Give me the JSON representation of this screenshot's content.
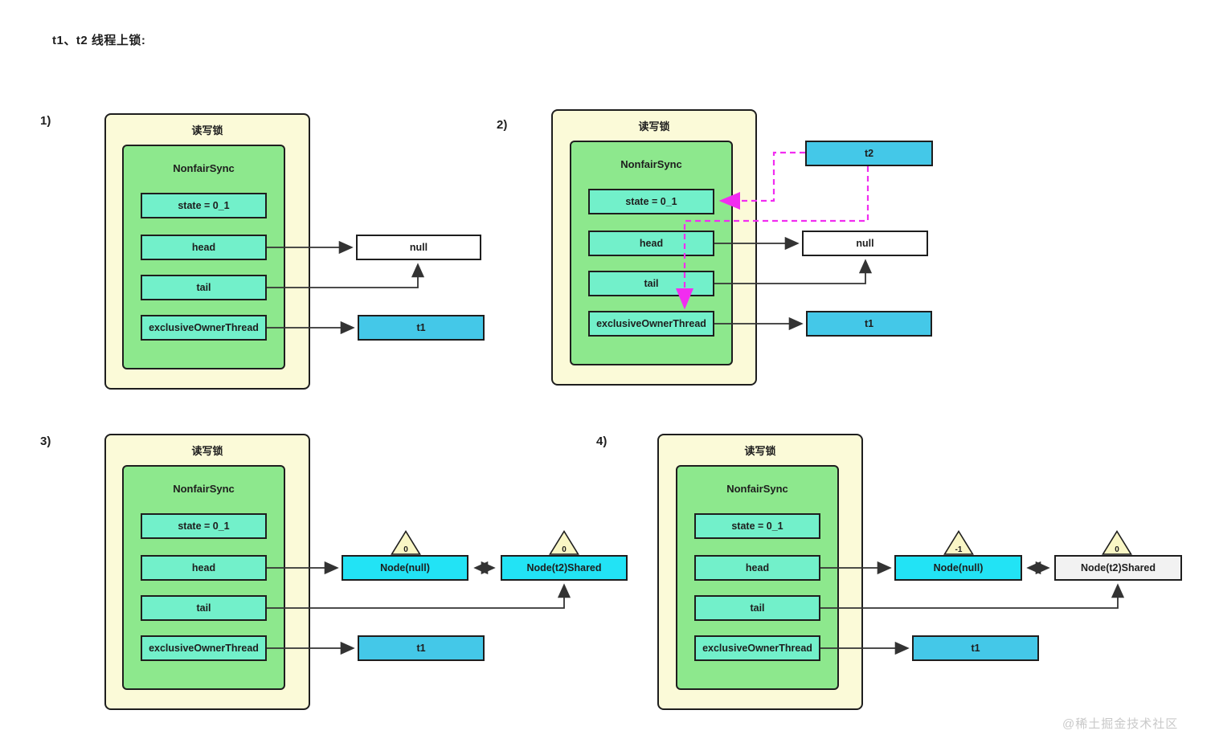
{
  "page_title": "t1、t2 线程上锁:",
  "watermark": "@稀土掘金技术社区",
  "colors": {
    "lock_box_fill": "#fbfad8",
    "sync_box_fill": "#8de88d",
    "field_fill": "#72f0ca",
    "thread_fill": "#44c8e8",
    "node_fill": "#22e3f5",
    "node_plain_fill": "#f2f2f2",
    "null_fill": "#ffffff",
    "triangle_fill": "#f9f6c5",
    "arrow_color": "#333333",
    "dashed_arrow_color": "#f12df0"
  },
  "panels": [
    {
      "number": "1)",
      "lock_label": "读写锁",
      "sync_label": "NonfairSync",
      "fields": {
        "state": "state = 0_1",
        "head": "head",
        "tail": "tail",
        "owner": "exclusiveOwnerThread"
      },
      "refs": {
        "null": "null",
        "t1": "t1"
      }
    },
    {
      "number": "2)",
      "lock_label": "读写锁",
      "sync_label": "NonfairSync",
      "fields": {
        "state": "state = 0_1",
        "head": "head",
        "tail": "tail",
        "owner": "exclusiveOwnerThread"
      },
      "refs": {
        "null": "null",
        "t1": "t1",
        "t2": "t2"
      }
    },
    {
      "number": "3)",
      "lock_label": "读写锁",
      "sync_label": "NonfairSync",
      "fields": {
        "state": "state = 0_1",
        "head": "head",
        "tail": "tail",
        "owner": "exclusiveOwnerThread"
      },
      "refs": {
        "t1": "t1"
      },
      "nodes": [
        {
          "label": "Node(null)",
          "wait_status": "0"
        },
        {
          "label": "Node(t2)Shared",
          "wait_status": "0"
        }
      ]
    },
    {
      "number": "4)",
      "lock_label": "读写锁",
      "sync_label": "NonfairSync",
      "fields": {
        "state": "state = 0_1",
        "head": "head",
        "tail": "tail",
        "owner": "exclusiveOwnerThread"
      },
      "refs": {
        "t1": "t1"
      },
      "nodes": [
        {
          "label": "Node(null)",
          "wait_status": "-1"
        },
        {
          "label": "Node(t2)Shared",
          "wait_status": "0"
        }
      ]
    }
  ]
}
